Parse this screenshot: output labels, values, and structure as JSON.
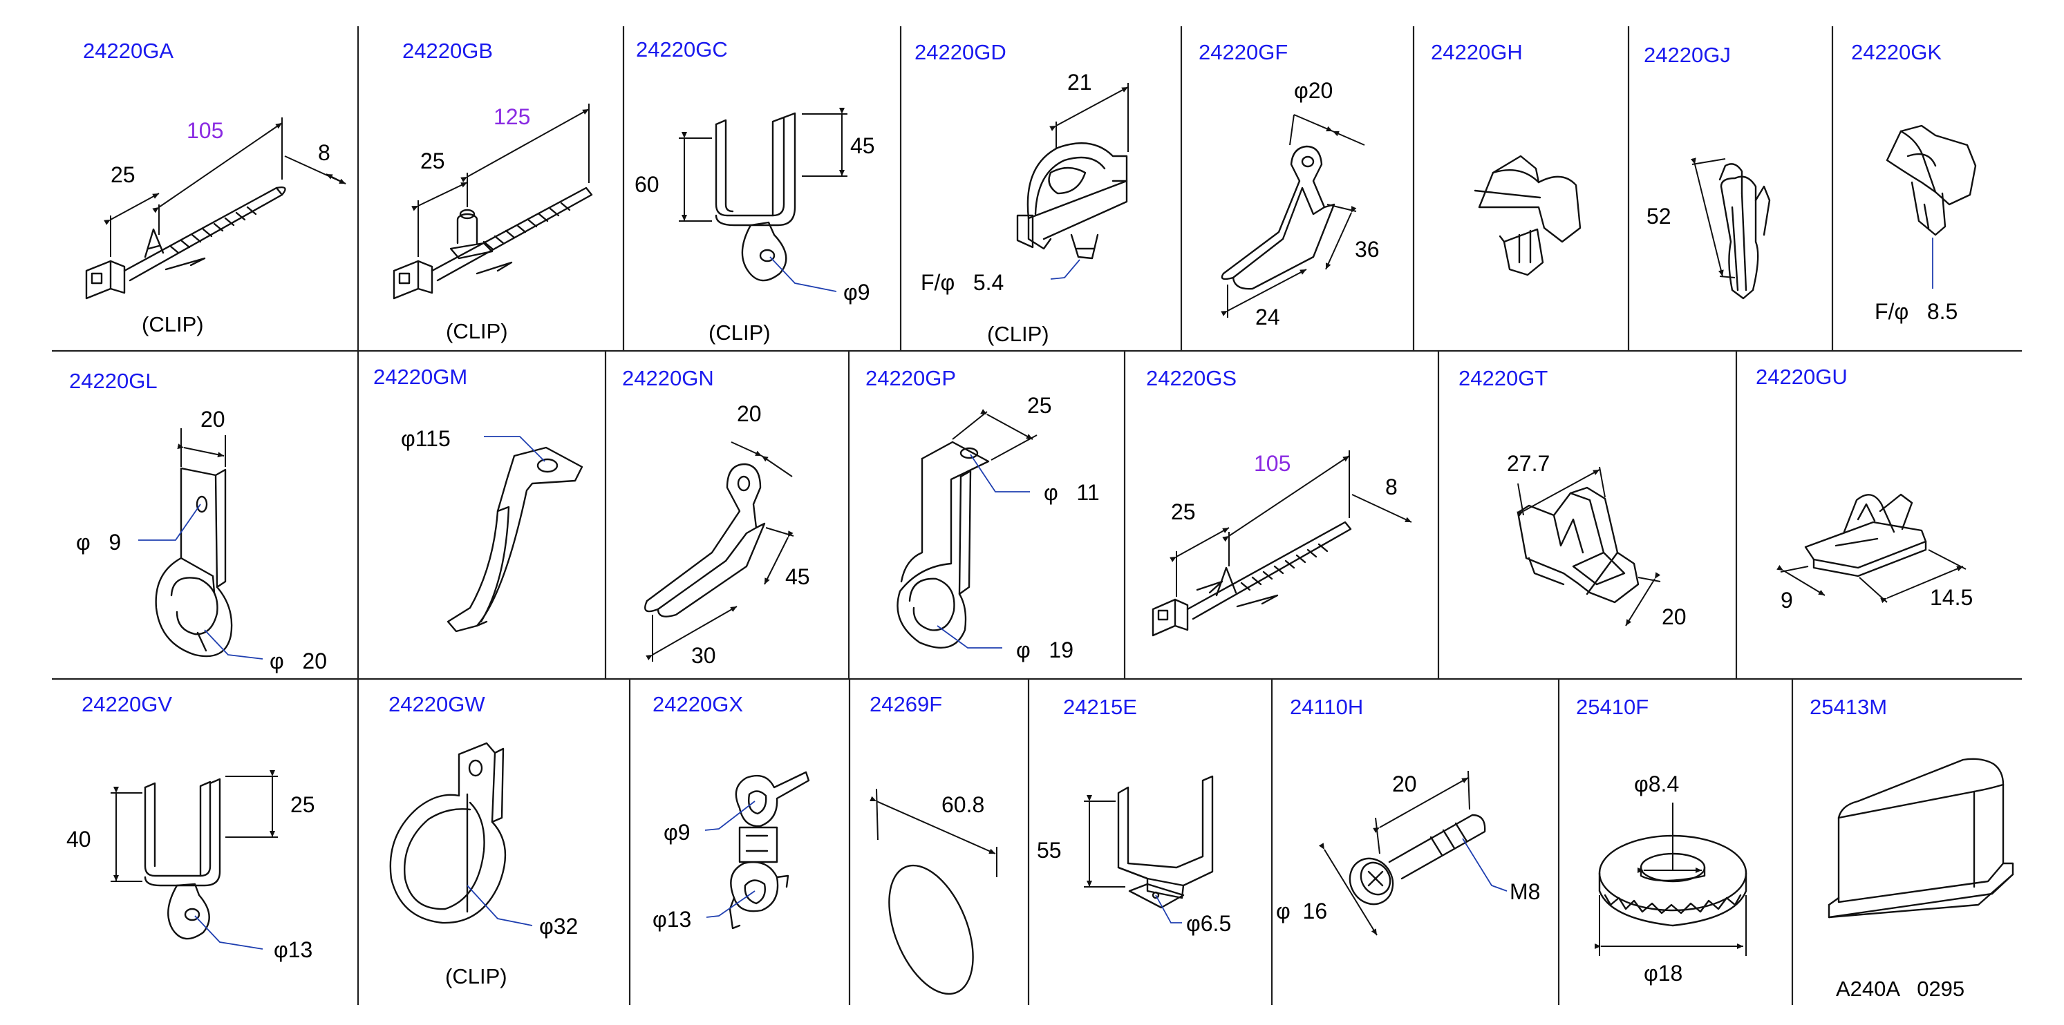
{
  "colors": {
    "part_number": "#1a1aee",
    "highlight_dimension": "#8a2be2",
    "line": "#111111",
    "leader": "#1f3fb0"
  },
  "cells": {
    "ga": {
      "pn": "24220GA",
      "d_len": "105",
      "d_a": "25",
      "d_b": "8",
      "label": "(CLIP)"
    },
    "gb": {
      "pn": "24220GB",
      "d_len": "125",
      "d_a": "25",
      "label": "(CLIP)"
    },
    "gc": {
      "pn": "24220GC",
      "d_a": "60",
      "d_b": "45",
      "d_c": "φ9",
      "label": "(CLIP)"
    },
    "gd": {
      "pn": "24220GD",
      "d_a": "21",
      "d_b": "F/φ   5.4",
      "label": "(CLIP)"
    },
    "gf": {
      "pn": "24220GF",
      "d_a": "φ20",
      "d_b": "36",
      "d_c": "24"
    },
    "gh": {
      "pn": "24220GH"
    },
    "gj": {
      "pn": "24220GJ",
      "d_a": "52"
    },
    "gk": {
      "pn": "24220GK",
      "d_a": "F/φ   8.5"
    },
    "gl": {
      "pn": "24220GL",
      "d_a": "20",
      "d_b": "φ   9",
      "d_c": "φ   20"
    },
    "gm": {
      "pn": "24220GM",
      "d_a": "φ115"
    },
    "gn": {
      "pn": "24220GN",
      "d_a": "20",
      "d_b": "45",
      "d_c": "30"
    },
    "gp": {
      "pn": "24220GP",
      "d_a": "25",
      "d_b": "φ   11",
      "d_c": "φ   19"
    },
    "gs": {
      "pn": "24220GS",
      "d_len": "105",
      "d_a": "25",
      "d_b": "8"
    },
    "gt": {
      "pn": "24220GT",
      "d_a": "27.7",
      "d_b": "20"
    },
    "gu": {
      "pn": "24220GU",
      "d_a": "9",
      "d_b": "14.5"
    },
    "gv": {
      "pn": "24220GV",
      "d_a": "40",
      "d_b": "25",
      "d_c": "φ13"
    },
    "gw": {
      "pn": "24220GW",
      "d_a": "φ32",
      "label": "(CLIP)"
    },
    "gx": {
      "pn": "24220GX",
      "d_a": "φ9",
      "d_b": "φ13"
    },
    "f269": {
      "pn": "24269F",
      "d_a": "60.8"
    },
    "e215": {
      "pn": "24215E",
      "d_a": "55",
      "d_b": "φ6.5"
    },
    "h110": {
      "pn": "24110H",
      "d_a": "20",
      "d_b": "φ  16",
      "d_c": "M8"
    },
    "f410": {
      "pn": "25410F",
      "d_a": "φ8.4",
      "d_b": "φ18"
    },
    "m413": {
      "pn": "25413M"
    }
  },
  "figure_code": "A240A   0295"
}
